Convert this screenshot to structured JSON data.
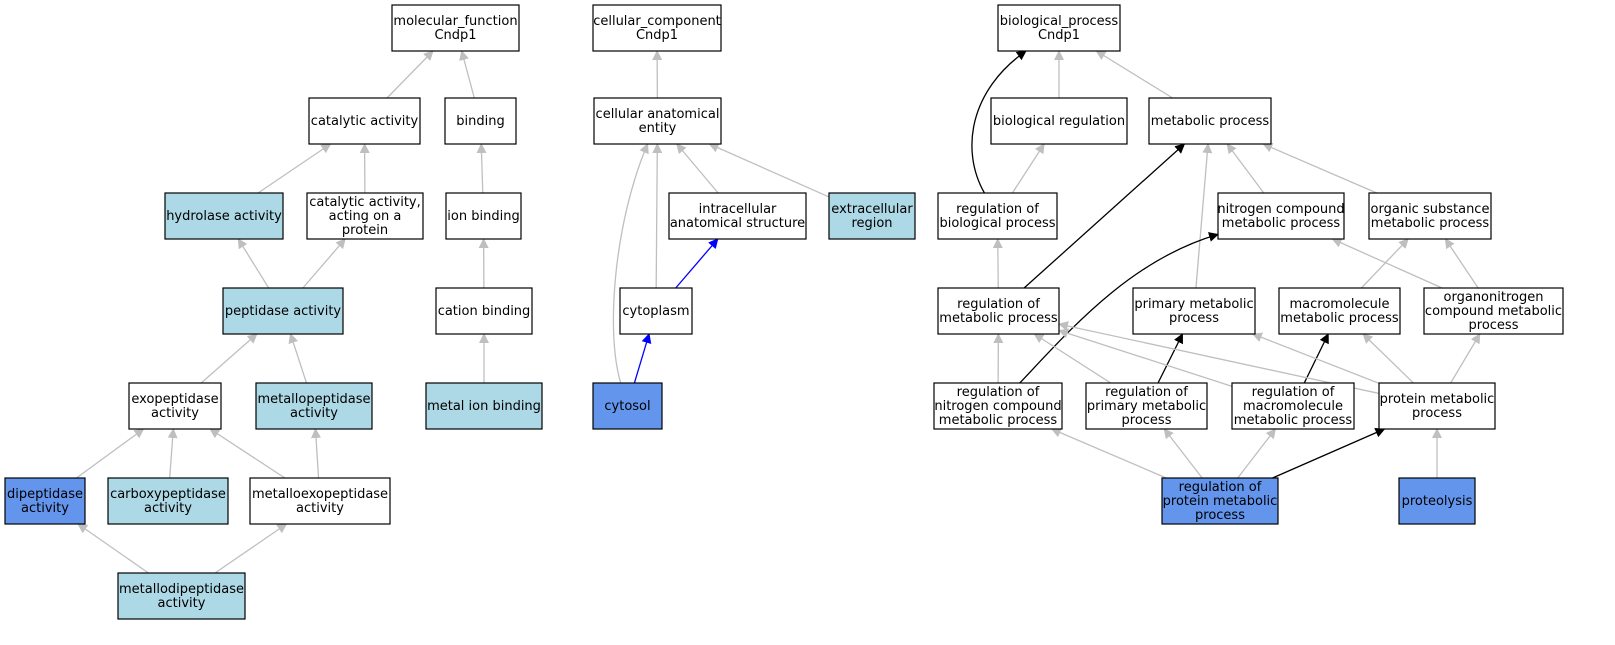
{
  "colors": {
    "white": "#ffffff",
    "light": "#add8e6",
    "dark": "#6495ed",
    "edge_gray": "#bfbfbf",
    "edge_black": "#000000",
    "edge_blue": "#0000ff"
  },
  "nodes": [
    {
      "id": "mf_root",
      "lines": [
        "molecular_function",
        "Cndp1"
      ],
      "fill": "white"
    },
    {
      "id": "catalytic",
      "lines": [
        "catalytic activity"
      ],
      "fill": "white"
    },
    {
      "id": "binding",
      "lines": [
        "binding"
      ],
      "fill": "white"
    },
    {
      "id": "hydrolase",
      "lines": [
        "hydrolase activity"
      ],
      "fill": "light"
    },
    {
      "id": "cat_protein",
      "lines": [
        "catalytic activity,",
        "acting on a",
        "protein"
      ],
      "fill": "white"
    },
    {
      "id": "ion_binding",
      "lines": [
        "ion binding"
      ],
      "fill": "white"
    },
    {
      "id": "peptidase",
      "lines": [
        "peptidase activity"
      ],
      "fill": "light"
    },
    {
      "id": "cation_binding",
      "lines": [
        "cation binding"
      ],
      "fill": "white"
    },
    {
      "id": "exopeptidase",
      "lines": [
        "exopeptidase",
        "activity"
      ],
      "fill": "white"
    },
    {
      "id": "metallopeptidase",
      "lines": [
        "metallopeptidase",
        "activity"
      ],
      "fill": "light"
    },
    {
      "id": "metal_ion",
      "lines": [
        "metal ion binding"
      ],
      "fill": "light"
    },
    {
      "id": "dipeptidase",
      "lines": [
        "dipeptidase",
        "activity"
      ],
      "fill": "dark"
    },
    {
      "id": "carboxy",
      "lines": [
        "carboxypeptidase",
        "activity"
      ],
      "fill": "light"
    },
    {
      "id": "metalloexo",
      "lines": [
        "metalloexopeptidase",
        "activity"
      ],
      "fill": "white"
    },
    {
      "id": "metallodipep",
      "lines": [
        "metallodipeptidase",
        "activity"
      ],
      "fill": "light"
    },
    {
      "id": "cc_root",
      "lines": [
        "cellular_component",
        "Cndp1"
      ],
      "fill": "white"
    },
    {
      "id": "cell_anat",
      "lines": [
        "cellular anatomical",
        "entity"
      ],
      "fill": "white"
    },
    {
      "id": "intracell",
      "lines": [
        "intracellular",
        "anatomical structure"
      ],
      "fill": "white"
    },
    {
      "id": "extracell",
      "lines": [
        "extracellular",
        "region"
      ],
      "fill": "light"
    },
    {
      "id": "cytoplasm",
      "lines": [
        "cytoplasm"
      ],
      "fill": "white"
    },
    {
      "id": "cytosol",
      "lines": [
        "cytosol"
      ],
      "fill": "dark"
    },
    {
      "id": "bp_root",
      "lines": [
        "biological_process",
        "Cndp1"
      ],
      "fill": "white"
    },
    {
      "id": "bio_reg",
      "lines": [
        "biological regulation"
      ],
      "fill": "white"
    },
    {
      "id": "metab",
      "lines": [
        "metabolic process"
      ],
      "fill": "white"
    },
    {
      "id": "reg_bio",
      "lines": [
        "regulation of",
        "biological process"
      ],
      "fill": "white"
    },
    {
      "id": "nitro_metab",
      "lines": [
        "nitrogen compound",
        "metabolic process"
      ],
      "fill": "white"
    },
    {
      "id": "org_sub",
      "lines": [
        "organic substance",
        "metabolic process"
      ],
      "fill": "white"
    },
    {
      "id": "reg_metab",
      "lines": [
        "regulation of",
        "metabolic process"
      ],
      "fill": "white"
    },
    {
      "id": "primary",
      "lines": [
        "primary metabolic",
        "process"
      ],
      "fill": "white"
    },
    {
      "id": "macro",
      "lines": [
        "macromolecule",
        "metabolic process"
      ],
      "fill": "white"
    },
    {
      "id": "organonitro",
      "lines": [
        "organonitrogen",
        "compound metabolic",
        "process"
      ],
      "fill": "white"
    },
    {
      "id": "reg_nitro",
      "lines": [
        "regulation of",
        "nitrogen compound",
        "metabolic process"
      ],
      "fill": "white"
    },
    {
      "id": "reg_primary",
      "lines": [
        "regulation of",
        "primary metabolic",
        "process"
      ],
      "fill": "white"
    },
    {
      "id": "reg_macro",
      "lines": [
        "regulation of",
        "macromolecule",
        "metabolic process"
      ],
      "fill": "white"
    },
    {
      "id": "protein_metab",
      "lines": [
        "protein metabolic",
        "process"
      ],
      "fill": "white"
    },
    {
      "id": "reg_protein",
      "lines": [
        "regulation of",
        "protein metabolic",
        "process"
      ],
      "fill": "dark"
    },
    {
      "id": "proteolysis",
      "lines": [
        "proteolysis"
      ],
      "fill": "dark"
    }
  ],
  "edges": [
    {
      "from": "catalytic",
      "to": "mf_root",
      "color": "edge_gray"
    },
    {
      "from": "binding",
      "to": "mf_root",
      "color": "edge_gray"
    },
    {
      "from": "hydrolase",
      "to": "catalytic",
      "color": "edge_gray"
    },
    {
      "from": "cat_protein",
      "to": "catalytic",
      "color": "edge_gray"
    },
    {
      "from": "ion_binding",
      "to": "binding",
      "color": "edge_gray"
    },
    {
      "from": "peptidase",
      "to": "hydrolase",
      "color": "edge_gray"
    },
    {
      "from": "peptidase",
      "to": "cat_protein",
      "color": "edge_gray"
    },
    {
      "from": "cation_binding",
      "to": "ion_binding",
      "color": "edge_gray"
    },
    {
      "from": "exopeptidase",
      "to": "peptidase",
      "color": "edge_gray"
    },
    {
      "from": "metallopeptidase",
      "to": "peptidase",
      "color": "edge_gray"
    },
    {
      "from": "metal_ion",
      "to": "cation_binding",
      "color": "edge_gray"
    },
    {
      "from": "dipeptidase",
      "to": "exopeptidase",
      "color": "edge_gray"
    },
    {
      "from": "carboxy",
      "to": "exopeptidase",
      "color": "edge_gray"
    },
    {
      "from": "metalloexo",
      "to": "exopeptidase",
      "color": "edge_gray"
    },
    {
      "from": "metalloexo",
      "to": "metallopeptidase",
      "color": "edge_gray"
    },
    {
      "from": "metallodipep",
      "to": "dipeptidase",
      "color": "edge_gray"
    },
    {
      "from": "metallodipep",
      "to": "metalloexo",
      "color": "edge_gray"
    },
    {
      "from": "cell_anat",
      "to": "cc_root",
      "color": "edge_gray"
    },
    {
      "from": "intracell",
      "to": "cell_anat",
      "color": "edge_gray"
    },
    {
      "from": "extracell",
      "to": "cell_anat",
      "color": "edge_gray"
    },
    {
      "from": "cytoplasm",
      "to": "cell_anat",
      "color": "edge_gray"
    },
    {
      "from": "cytoplasm",
      "to": "intracell",
      "color": "edge_blue"
    },
    {
      "from": "cytosol",
      "to": "cell_anat",
      "color": "edge_gray",
      "curve": true
    },
    {
      "from": "cytosol",
      "to": "cytoplasm",
      "color": "edge_blue"
    },
    {
      "from": "bio_reg",
      "to": "bp_root",
      "color": "edge_gray"
    },
    {
      "from": "metab",
      "to": "bp_root",
      "color": "edge_gray"
    },
    {
      "from": "reg_bio",
      "to": "bp_root",
      "color": "edge_black",
      "curve": true
    },
    {
      "from": "reg_bio",
      "to": "bio_reg",
      "color": "edge_gray"
    },
    {
      "from": "nitro_metab",
      "to": "metab",
      "color": "edge_gray"
    },
    {
      "from": "org_sub",
      "to": "metab",
      "color": "edge_gray"
    },
    {
      "from": "reg_metab",
      "to": "reg_bio",
      "color": "edge_gray"
    },
    {
      "from": "reg_metab",
      "to": "metab",
      "color": "edge_black"
    },
    {
      "from": "primary",
      "to": "metab",
      "color": "edge_gray"
    },
    {
      "from": "macro",
      "to": "org_sub",
      "color": "edge_gray"
    },
    {
      "from": "organonitro",
      "to": "org_sub",
      "color": "edge_gray"
    },
    {
      "from": "organonitro",
      "to": "nitro_metab",
      "color": "edge_gray"
    },
    {
      "from": "reg_nitro",
      "to": "reg_metab",
      "color": "edge_gray"
    },
    {
      "from": "reg_nitro",
      "to": "nitro_metab",
      "color": "edge_black",
      "curve": true
    },
    {
      "from": "reg_primary",
      "to": "reg_metab",
      "color": "edge_gray"
    },
    {
      "from": "reg_primary",
      "to": "primary",
      "color": "edge_black"
    },
    {
      "from": "reg_macro",
      "to": "reg_metab",
      "color": "edge_gray"
    },
    {
      "from": "reg_macro",
      "to": "macro",
      "color": "edge_black"
    },
    {
      "from": "protein_metab",
      "to": "macro",
      "color": "edge_gray"
    },
    {
      "from": "protein_metab",
      "to": "organonitro",
      "color": "edge_gray"
    },
    {
      "from": "protein_metab",
      "to": "primary",
      "color": "edge_gray"
    },
    {
      "from": "protein_metab",
      "to": "reg_metab",
      "color": "edge_gray"
    },
    {
      "from": "reg_protein",
      "to": "reg_nitro",
      "color": "edge_gray"
    },
    {
      "from": "reg_protein",
      "to": "reg_primary",
      "color": "edge_gray"
    },
    {
      "from": "reg_protein",
      "to": "reg_macro",
      "color": "edge_gray"
    },
    {
      "from": "reg_protein",
      "to": "protein_metab",
      "color": "edge_black"
    },
    {
      "from": "proteolysis",
      "to": "protein_metab",
      "color": "edge_gray"
    }
  ]
}
